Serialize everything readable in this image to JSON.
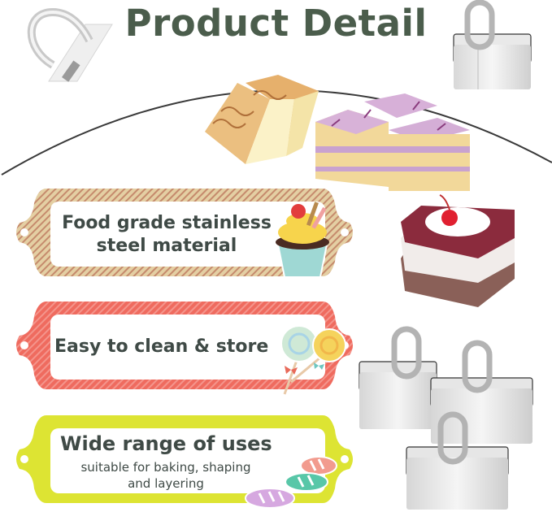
{
  "header": {
    "title": "Product Detail"
  },
  "features": [
    {
      "title_line1": "Food grade stainless",
      "title_line2": "steel material",
      "frame_color": "#d9b98a",
      "stripe_color": "#c4876a",
      "decoration_icon": "cupcake-icon"
    },
    {
      "title": "Easy to clean & store",
      "frame_color": "#ef6b5f",
      "stripe_color": "#f4938a",
      "decoration_icon": "lollipop-icon"
    },
    {
      "title": "Wide range of uses",
      "subtitle_line1": "suitable for baking, shaping",
      "subtitle_line2": "and layering",
      "frame_color": "#dde433",
      "decoration_icon": "candy-icon"
    }
  ],
  "images": {
    "top_left": "ring-mold-side-view",
    "top_right": "square-ring-mold",
    "dessert_1": "cheesecake-squares",
    "dessert_2": "purple-layer-cake-squares",
    "dessert_3": "cherry-mousse-cake",
    "molds_group": "three-square-ring-molds"
  },
  "colors": {
    "title": "#4b5d4c",
    "text": "#3f4a46",
    "arc": "#3a3a3a"
  }
}
